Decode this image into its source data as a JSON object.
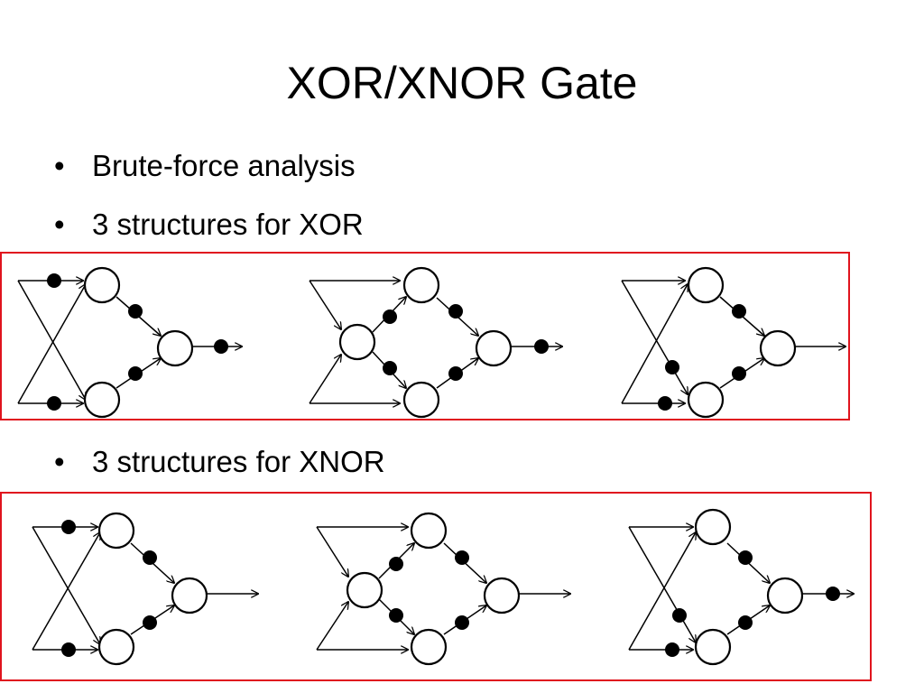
{
  "slide": {
    "title": "XOR/XNOR Gate",
    "bullets": [
      "Brute-force analysis",
      "3 structures for XOR",
      "3 structures for XNOR"
    ],
    "bullet_symbol": "•"
  },
  "colors": {
    "box_border": "#e0141e",
    "line": "#000000",
    "node_fill": "#ffffff",
    "inverter_dot": "#000000"
  },
  "structures": {
    "xor": [
      {
        "id": "xor-1",
        "hidden_layer_nodes": 2,
        "inverted": [
          "in-top",
          "in-bottom",
          "mid-top",
          "mid-bottom",
          "output"
        ]
      },
      {
        "id": "xor-2",
        "hidden_layer_nodes": 3,
        "inverted": [
          "left-top",
          "left-bottom",
          "mid-top",
          "mid-bottom",
          "output"
        ]
      },
      {
        "id": "xor-3",
        "hidden_layer_nodes": 2,
        "inverted": [
          "cross-bottom",
          "in-bottom",
          "mid-top",
          "mid-bottom"
        ]
      }
    ],
    "xnor": [
      {
        "id": "xnor-1",
        "hidden_layer_nodes": 2,
        "inverted": [
          "in-top",
          "in-bottom",
          "mid-top",
          "mid-bottom"
        ]
      },
      {
        "id": "xnor-2",
        "hidden_layer_nodes": 3,
        "inverted": [
          "left-top",
          "left-bottom",
          "mid-top",
          "mid-bottom"
        ]
      },
      {
        "id": "xnor-3",
        "hidden_layer_nodes": 2,
        "inverted": [
          "cross-bottom",
          "in-bottom",
          "mid-top",
          "mid-bottom",
          "output"
        ]
      }
    ]
  }
}
